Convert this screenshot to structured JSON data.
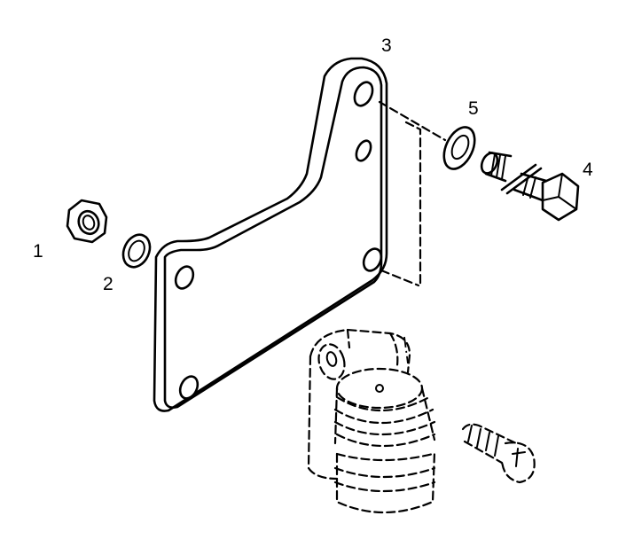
{
  "diagram": {
    "callouts": [
      {
        "id": "nut",
        "label": "1"
      },
      {
        "id": "washer-left",
        "label": "2"
      },
      {
        "id": "bracket",
        "label": "3"
      },
      {
        "id": "bolt",
        "label": "4"
      },
      {
        "id": "washer-right",
        "label": "5"
      }
    ],
    "line_color": "#000000",
    "background": "#ffffff"
  }
}
